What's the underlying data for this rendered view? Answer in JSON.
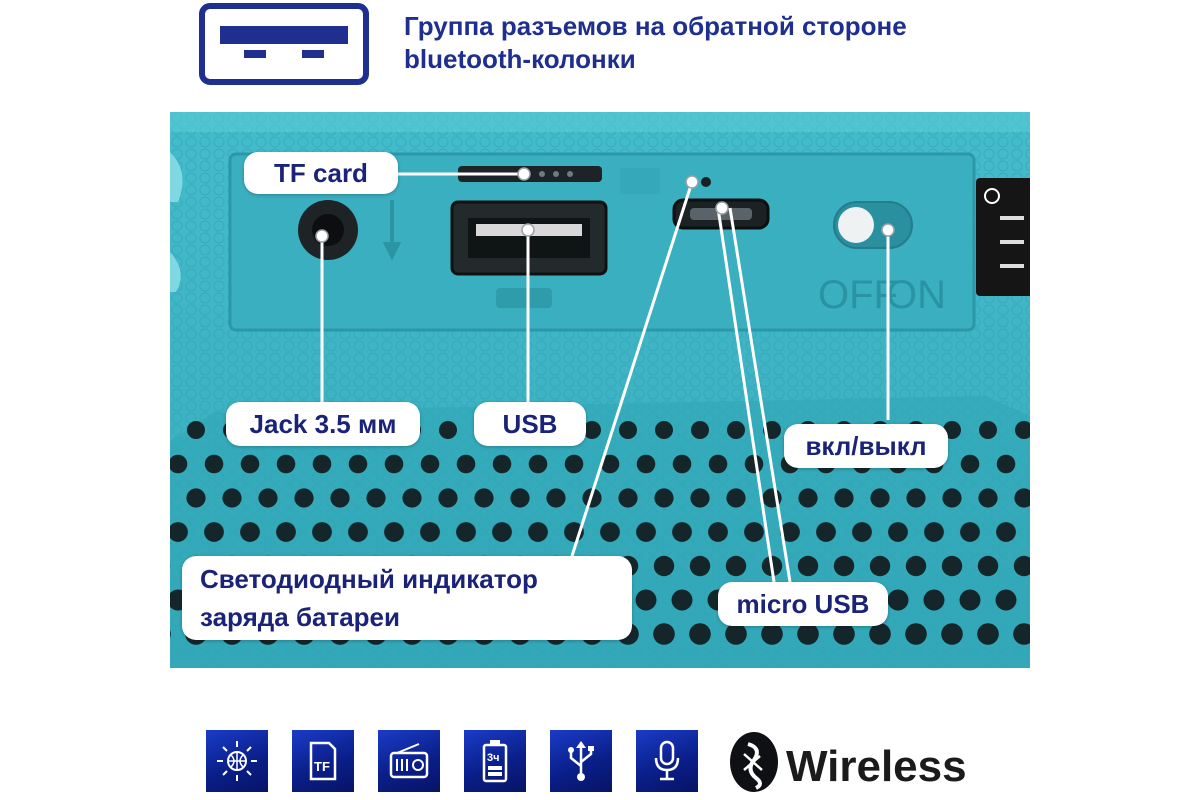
{
  "header": {
    "title_line1": "Группа разъемов на обратной стороне",
    "title_line2": "bluetooth-колонки",
    "icon_name": "usb-port-icon",
    "color_primary": "#1e2f8f"
  },
  "photo": {
    "body_color": "#3fb6c6",
    "panel_print": {
      "switch_off": "OFF",
      "switch_on": "ON"
    }
  },
  "callouts": {
    "tf_card": "TF card",
    "jack": "Jack 3.5 мм",
    "usb": "USB",
    "power_switch": "вкл/выкл",
    "led_line1": "Светодиодный индикатор",
    "led_line2": "заряда батареи",
    "micro_usb": "micro USB"
  },
  "feature_icons": [
    {
      "name": "globe-network-icon"
    },
    {
      "name": "tf-card-icon",
      "label": "TF"
    },
    {
      "name": "radio-icon"
    },
    {
      "name": "battery-icon",
      "label": "3ч"
    },
    {
      "name": "usb-symbol-icon"
    },
    {
      "name": "microphone-icon"
    }
  ],
  "wireless": {
    "text": "Wireless",
    "logo_name": "bluetooth-logo-icon"
  }
}
